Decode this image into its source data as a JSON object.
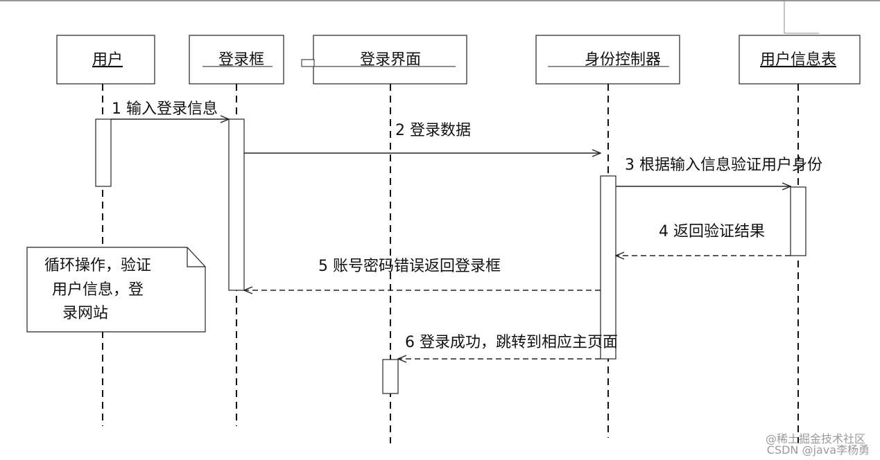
{
  "lifelines": [
    {
      "id": "user",
      "label": "用户"
    },
    {
      "id": "loginbox",
      "label": "登录框"
    },
    {
      "id": "loginui",
      "label": "登录界面"
    },
    {
      "id": "auth",
      "label": "身份控制器"
    },
    {
      "id": "usertable",
      "label": "用户信息表"
    }
  ],
  "messages": [
    {
      "label": "1  输入登录信息",
      "from": "user",
      "to": "loginbox",
      "style": "solid"
    },
    {
      "label": "2  登录数据",
      "from": "loginbox",
      "to": "auth",
      "style": "solid"
    },
    {
      "label": "3  根据输入信息验证用户身份",
      "from": "auth",
      "to": "usertable",
      "style": "solid"
    },
    {
      "label": "4  返回验证结果",
      "from": "usertable",
      "to": "auth",
      "style": "dashed"
    },
    {
      "label": "5  账号密码错误返回登录框",
      "from": "auth",
      "to": "loginbox",
      "style": "dashed"
    },
    {
      "label": "6  登录成功，跳转到相应主页面",
      "from": "auth",
      "to": "loginui",
      "style": "dashed"
    }
  ],
  "note": {
    "lines": [
      "循环操作，验证",
      "用户信息，登",
      "录网站"
    ]
  },
  "watermark": {
    "line1": "@稀土掘金技术社区",
    "line2": "CSDN @java李杨勇"
  }
}
